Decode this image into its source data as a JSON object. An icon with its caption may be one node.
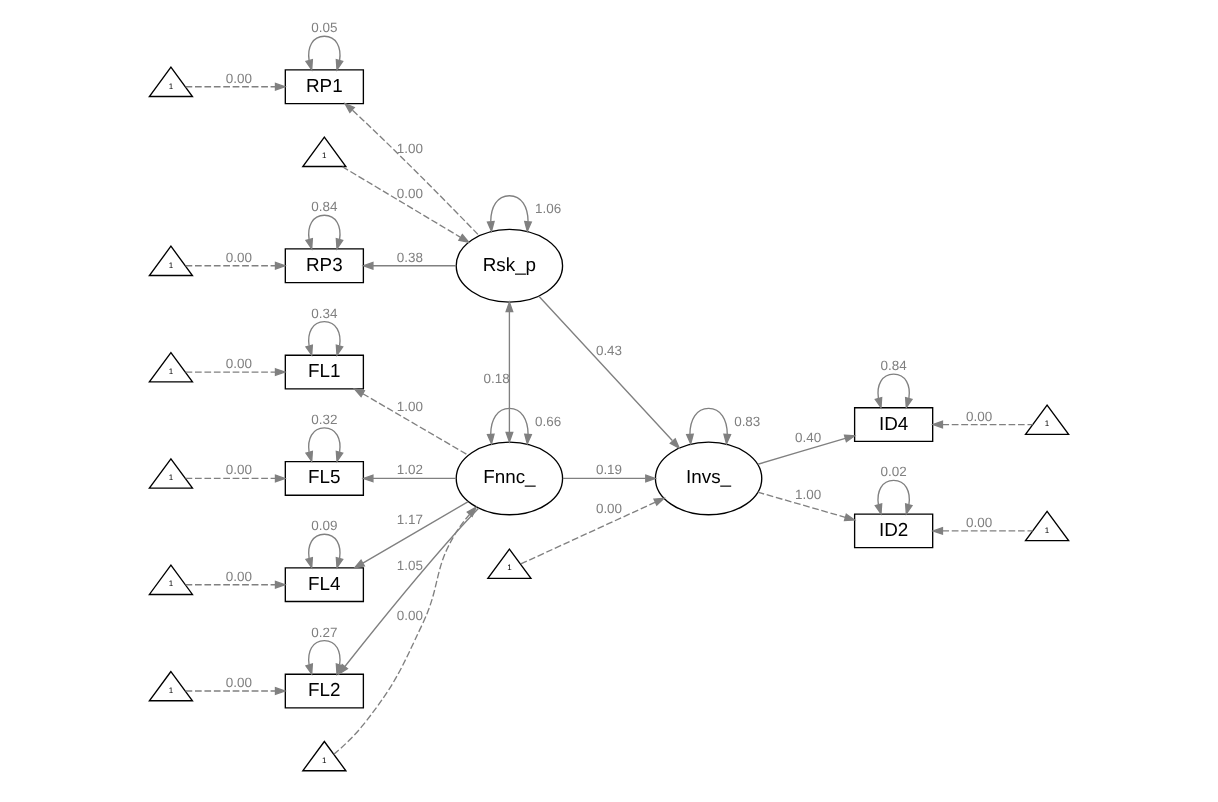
{
  "diagram": {
    "nodes": [
      {
        "text": [
          "1"
        ]
      },
      {
        "text": [
          "RP3"
        ]
      },
      {
        "text": [
          "ID4"
        ]
      },
      {
        "text": [
          "1"
        ]
      },
      {
        "text": [
          "1"
        ]
      },
      {
        "text": [
          "RP1"
        ]
      },
      {
        "text": [
          "1"
        ]
      },
      {
        "text": [
          "1"
        ]
      },
      {
        "text": [
          "1"
        ]
      },
      {
        "text": [
          "FL5"
        ]
      },
      {
        "text": [
          "Rsk_p"
        ]
      },
      {
        "text": [
          "Invs_"
        ]
      },
      {
        "text": [
          "1"
        ]
      },
      {
        "text": [
          "FL4"
        ]
      },
      {
        "text": [
          "Fnnc_"
        ]
      },
      {
        "text": [
          "1"
        ]
      },
      {
        "text": [
          "FL2"
        ]
      },
      {
        "text": [
          "1"
        ]
      },
      {
        "text": [
          "1"
        ]
      },
      {
        "text": [
          "FL1"
        ]
      },
      {
        "text": [
          "ID2"
        ]
      },
      {
        "text": [
          "1"
        ]
      }
    ],
    "edges": [
      {
        "from": 0,
        "to": 1,
        "arrow": "to",
        "label": "0.00",
        "style": "dashed"
      },
      {
        "from": 1,
        "to": 1,
        "arrow": "both",
        "label": "0.84"
      },
      {
        "from": 3,
        "to": 2,
        "arrow": "to",
        "label": "0.00",
        "style": "dashed"
      },
      {
        "from": 2,
        "to": 2,
        "arrow": "both",
        "label": "0.84"
      },
      {
        "from": 4,
        "to": 5,
        "arrow": "to",
        "label": "0.00",
        "style": "dashed"
      },
      {
        "from": 5,
        "to": 5,
        "arrow": "both",
        "label": "0.05"
      },
      {
        "from": 8,
        "to": 9,
        "arrow": "to",
        "label": "0.00",
        "style": "dashed"
      },
      {
        "from": 9,
        "to": 9,
        "arrow": "both",
        "label": "0.32"
      },
      {
        "from": 12,
        "to": 13,
        "arrow": "to",
        "label": "0.00",
        "style": "dashed"
      },
      {
        "from": 13,
        "to": 13,
        "arrow": "both",
        "label": "0.09"
      },
      {
        "from": 15,
        "to": 16,
        "arrow": "to",
        "label": "0.00",
        "style": "dashed"
      },
      {
        "from": 16,
        "to": 16,
        "arrow": "both",
        "label": "0.27"
      },
      {
        "from": 18,
        "to": 19,
        "arrow": "to",
        "label": "0.00",
        "style": "dashed"
      },
      {
        "from": 19,
        "to": 19,
        "arrow": "both",
        "label": "0.34"
      },
      {
        "from": 21,
        "to": 20,
        "arrow": "to",
        "label": "0.00",
        "style": "dashed"
      },
      {
        "from": 20,
        "to": 20,
        "arrow": "both",
        "label": "0.02"
      },
      {
        "from": 10,
        "to": 1,
        "arrow": "to",
        "label": "0.38"
      },
      {
        "from": 10,
        "to": 5,
        "arrow": "to",
        "label": "1.00",
        "style": "dashed"
      },
      {
        "from": 14,
        "to": 9,
        "arrow": "to",
        "label": "1.02"
      },
      {
        "from": 14,
        "to": 13,
        "arrow": "to",
        "label": "1.17"
      },
      {
        "from": 14,
        "to": 16,
        "arrow": "to",
        "label": "1.05"
      },
      {
        "from": 14,
        "to": 19,
        "arrow": "to",
        "label": "1.00",
        "style": "dashed"
      },
      {
        "from": 11,
        "to": 2,
        "arrow": "to",
        "label": "0.40"
      },
      {
        "from": 11,
        "to": 20,
        "arrow": "to",
        "label": "1.00",
        "style": "dashed"
      },
      {
        "from": 6,
        "to": 10,
        "arrow": "to",
        "label": "0.00",
        "style": "dashed"
      },
      {
        "from": 10,
        "to": 10,
        "arrow": "both",
        "label": "1.06"
      },
      {
        "from": 10,
        "to": 14,
        "arrow": "both",
        "label": "0.18"
      },
      {
        "from": 10,
        "to": 11,
        "arrow": "to",
        "label": "0.43"
      },
      {
        "from": 14,
        "to": 11,
        "arrow": "to",
        "label": "0.19"
      },
      {
        "from": 7,
        "to": 11,
        "arrow": "to",
        "label": "0.00",
        "style": "dashed"
      },
      {
        "from": 11,
        "to": 11,
        "arrow": "both",
        "label": "0.83"
      },
      {
        "from": 17,
        "to": 14,
        "arrow": "to",
        "label": "0.00",
        "style": "dashed"
      },
      {
        "from": 14,
        "to": 14,
        "arrow": "both",
        "label": "0.66"
      }
    ]
  }
}
